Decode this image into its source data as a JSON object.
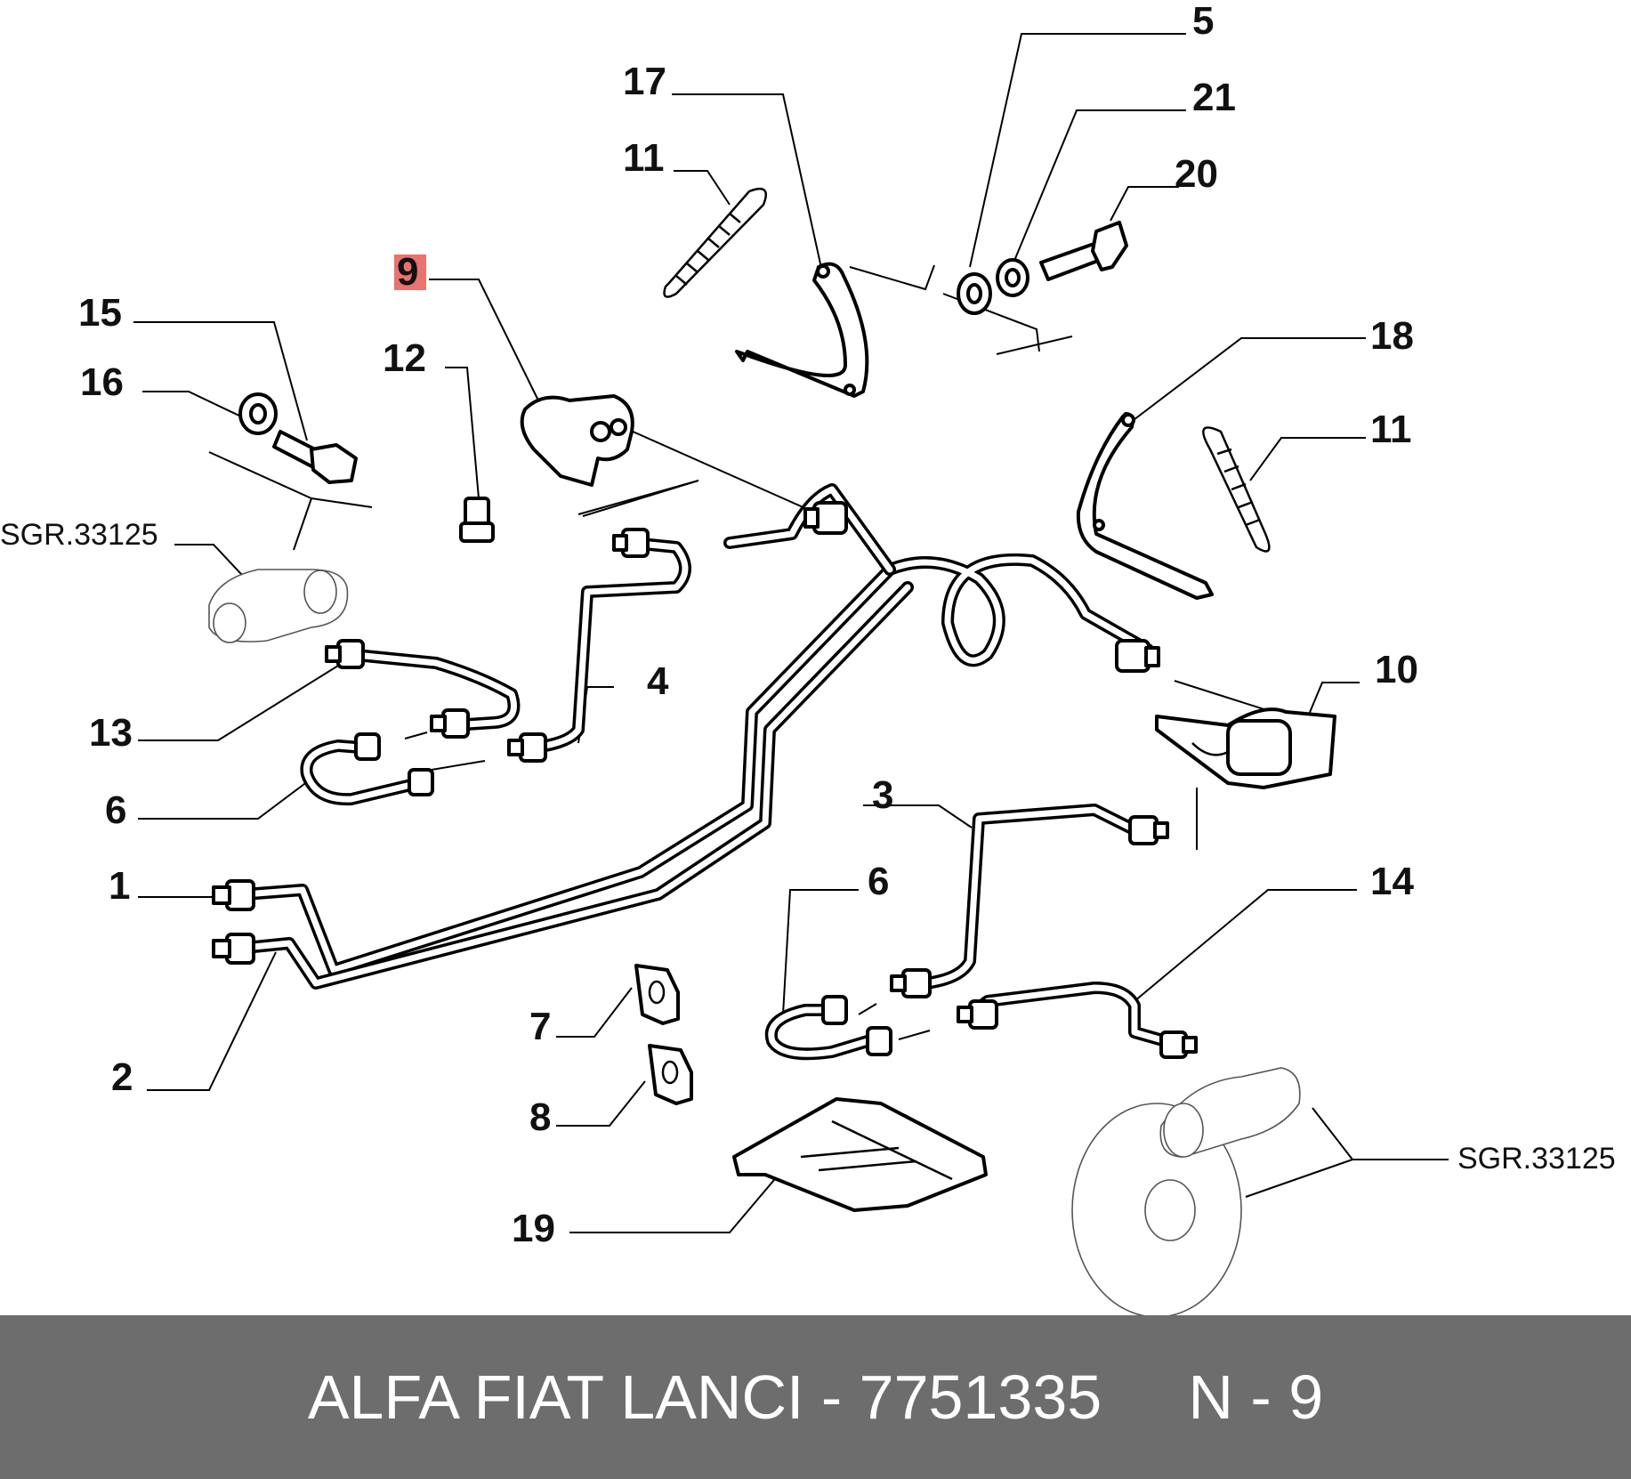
{
  "callouts": {
    "c1": "1",
    "c2": "2",
    "c3": "3",
    "c4": "4",
    "c5": "5",
    "c6a": "6",
    "c6b": "6",
    "c7": "7",
    "c8": "8",
    "c9": "9",
    "c10": "10",
    "c11a": "11",
    "c11b": "11",
    "c12": "12",
    "c13": "13",
    "c14": "14",
    "c15": "15",
    "c16": "16",
    "c17": "17",
    "c18": "18",
    "c19": "19",
    "c20": "20",
    "c21": "21"
  },
  "references": {
    "left": "SGR.33125",
    "right": "SGR.33125"
  },
  "highlight": {
    "callout": "9",
    "color": "#e8736f"
  },
  "footer": {
    "text": "ALFA FIAT LANCI - 7751335     N - 9",
    "background": "#6d6d6d",
    "color": "#ffffff"
  }
}
